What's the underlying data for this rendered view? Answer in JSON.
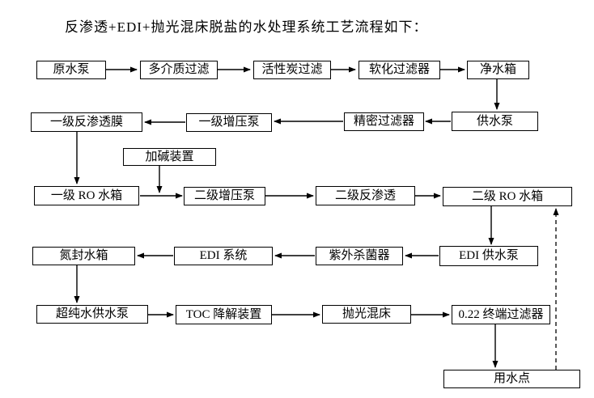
{
  "title": "反渗透+EDI+抛光混床脱盐的水处理系统工艺流程如下：",
  "diagram": {
    "type": "process-flowchart",
    "line_color": "#000000",
    "box_fill": "#ffffff",
    "nodes": {
      "raw_water_pump": {
        "label": "原水泵"
      },
      "multimedia_filter": {
        "label": "多介质过滤"
      },
      "carbon_filter": {
        "label": "活性炭过滤"
      },
      "softening_filter": {
        "label": "软化过滤器"
      },
      "clean_water_tank": {
        "label": "净水箱"
      },
      "stage1_ro_membrane": {
        "label": "一级反渗透膜"
      },
      "stage1_booster_pump": {
        "label": "一级增压泵"
      },
      "precision_filter": {
        "label": "精密过滤器"
      },
      "feed_water_pump": {
        "label": "供水泵"
      },
      "alkali_dosing": {
        "label": "加碱装置"
      },
      "stage1_ro_tank": {
        "label": "一级 RO 水箱"
      },
      "stage2_booster_pump": {
        "label": "二级增压泵"
      },
      "stage2_ro": {
        "label": "二级反渗透"
      },
      "stage2_ro_tank": {
        "label": "二级 RO 水箱"
      },
      "nitrogen_sealed_tank": {
        "label": "氮封水箱"
      },
      "edi_system": {
        "label": "EDI 系统"
      },
      "uv_sterilizer": {
        "label": "紫外杀菌器"
      },
      "edi_feed_pump": {
        "label": "EDI 供水泵"
      },
      "ultrapure_feed_pump": {
        "label": "超纯水供水泵"
      },
      "toc_reducer": {
        "label": "TOC 降解装置"
      },
      "polishing_mixed_bed": {
        "label": "抛光混床"
      },
      "terminal_filter_022": {
        "label": "0.22 终端过滤器"
      },
      "water_use_point": {
        "label": "用水点"
      }
    },
    "edges": [
      {
        "from": "raw_water_pump",
        "to": "multimedia_filter",
        "style": "solid"
      },
      {
        "from": "multimedia_filter",
        "to": "carbon_filter",
        "style": "solid"
      },
      {
        "from": "carbon_filter",
        "to": "softening_filter",
        "style": "solid"
      },
      {
        "from": "softening_filter",
        "to": "clean_water_tank",
        "style": "solid"
      },
      {
        "from": "clean_water_tank",
        "to": "feed_water_pump",
        "style": "solid"
      },
      {
        "from": "feed_water_pump",
        "to": "precision_filter",
        "style": "solid"
      },
      {
        "from": "precision_filter",
        "to": "stage1_booster_pump",
        "style": "solid"
      },
      {
        "from": "stage1_booster_pump",
        "to": "stage1_ro_membrane",
        "style": "solid"
      },
      {
        "from": "stage1_ro_membrane",
        "to": "stage1_ro_tank",
        "style": "solid"
      },
      {
        "from": "alkali_dosing",
        "to": "stage1_ro_tank-stage2_booster_pump-line",
        "style": "solid"
      },
      {
        "from": "stage1_ro_tank",
        "to": "stage2_booster_pump",
        "style": "solid"
      },
      {
        "from": "stage2_booster_pump",
        "to": "stage2_ro",
        "style": "solid"
      },
      {
        "from": "stage2_ro",
        "to": "stage2_ro_tank",
        "style": "solid"
      },
      {
        "from": "stage2_ro_tank",
        "to": "edi_feed_pump",
        "style": "solid"
      },
      {
        "from": "edi_feed_pump",
        "to": "uv_sterilizer",
        "style": "solid"
      },
      {
        "from": "uv_sterilizer",
        "to": "edi_system",
        "style": "solid"
      },
      {
        "from": "edi_system",
        "to": "nitrogen_sealed_tank",
        "style": "solid"
      },
      {
        "from": "nitrogen_sealed_tank",
        "to": "ultrapure_feed_pump",
        "style": "solid"
      },
      {
        "from": "ultrapure_feed_pump",
        "to": "toc_reducer",
        "style": "solid"
      },
      {
        "from": "toc_reducer",
        "to": "polishing_mixed_bed",
        "style": "solid"
      },
      {
        "from": "polishing_mixed_bed",
        "to": "terminal_filter_022",
        "style": "solid"
      },
      {
        "from": "terminal_filter_022",
        "to": "water_use_point",
        "style": "solid"
      },
      {
        "from": "water_use_point",
        "to": "stage2_ro_tank",
        "style": "dashed"
      }
    ]
  }
}
